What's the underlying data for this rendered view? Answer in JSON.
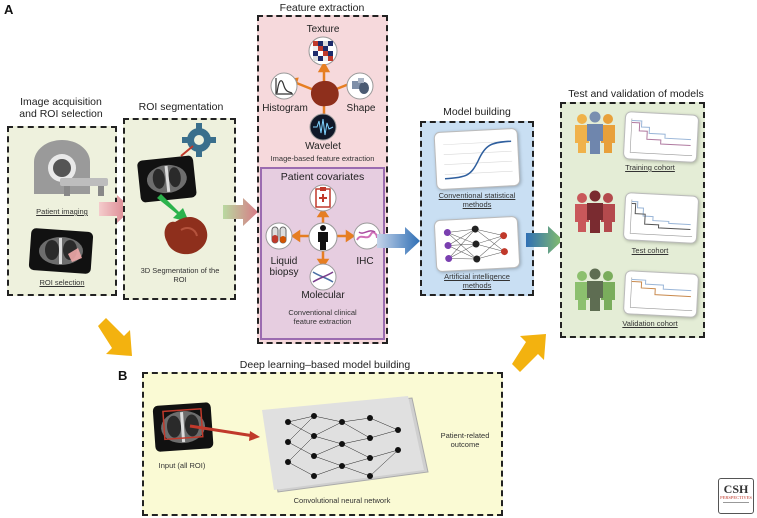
{
  "panels": {
    "a": "A",
    "b": "B"
  },
  "stage1": {
    "title_line1": "Image acquisition",
    "title_line2": "and ROI selection",
    "patient_imaging": "Patient imaging",
    "roi_selection": "ROI selection"
  },
  "stage2": {
    "title": "ROI segmentation",
    "caption_line1": "3D Segmentation of the",
    "caption_line2": "ROI"
  },
  "stage3": {
    "title": "Feature extraction",
    "texture": "Texture",
    "histogram": "Histogram",
    "shape": "Shape",
    "wavelet": "Wavelet",
    "image_based": "Image-based feature extraction",
    "covariates_title": "Patient covariates",
    "liquid_line1": "Liquid",
    "liquid_line2": "biopsy",
    "ihc": "IHC",
    "molecular": "Molecular",
    "clinical_line1": "Conventional clinical",
    "clinical_line2": "feature extraction"
  },
  "stage4": {
    "title": "Model building",
    "stat_line1": "Conventional statistical",
    "stat_line2": "methods",
    "ai_line1": "Artificial intelligence",
    "ai_line2": "methods"
  },
  "stage5": {
    "title": "Test and validation of models",
    "training": "Training cohort",
    "test": "Test cohort",
    "validation": "Validation cohort"
  },
  "panel_b": {
    "title": "Deep learning–based model building",
    "input": "Input (all ROI)",
    "cnn": "Convolutional neural network",
    "outcome_line1": "Patient-related",
    "outcome_line2": "outcome"
  },
  "logo": {
    "line1": "CSH",
    "line2": "PERSPECTIVES"
  },
  "colors": {
    "roi_bg": "#eef1dd",
    "feature_bg": "#f6d9dc",
    "covariate_bg": "#e6cde0",
    "covariate_border": "#9b6bb0",
    "model_bg": "#c9dff3",
    "validation_bg": "#e4edd6",
    "deep_bg": "#fafad4",
    "yellow_arrow": "#f3b20f",
    "tumor": "#8e2f1c"
  },
  "icons": [
    "mri-scanner-icon",
    "ct-scan-icon",
    "gear-icon",
    "tumor-icon",
    "texture-icon",
    "histogram-icon",
    "shape-icon",
    "wavelet-icon",
    "medical-record-icon",
    "person-icon",
    "test-tube-icon",
    "microscope-icon",
    "dna-icon",
    "sigmoid-curve-icon",
    "neural-network-icon",
    "people-group-icon",
    "survival-curve-icon",
    "cnn-icon"
  ]
}
